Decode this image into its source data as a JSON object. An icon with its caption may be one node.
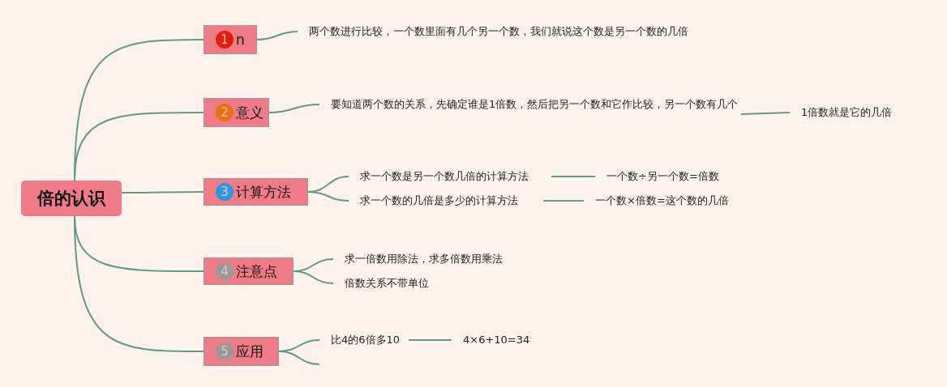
{
  "diagram": {
    "nodes": [
      {
        "text": [
          "倍的认识"
        ]
      },
      {
        "text": [
          "1",
          "n"
        ]
      },
      {
        "text": [
          "2",
          "意义"
        ]
      },
      {
        "text": [
          "3",
          "计算方法"
        ]
      },
      {
        "text": [
          "4",
          "注意点"
        ]
      },
      {
        "text": [
          "5",
          "应用"
        ]
      },
      {
        "text": [
          "两个数进行比较，一个数里面有几个另一个数，我们就说这个数是另一个数的几倍"
        ]
      },
      {
        "text": [
          "要知道两个数的关系，先确定谁是1倍数，然后把另一个数和它作比较，另一个数有几个"
        ]
      },
      {
        "text": [
          "1倍数就是它的几倍"
        ]
      },
      {
        "text": [
          "求一个数是另一个数几倍的计算方法"
        ]
      },
      {
        "text": [
          "一个数÷另一个数=倍数"
        ]
      },
      {
        "text": [
          "求一个数的几倍是多少的计算方法"
        ]
      },
      {
        "text": [
          "一个数×倍数=这个数的几倍"
        ]
      },
      {
        "text": [
          "求一倍数用除法，求多倍数用乘法"
        ]
      },
      {
        "text": [
          "倍数关系不带单位"
        ]
      },
      {
        "text": [
          "比4的6倍多10"
        ]
      },
      {
        "text": [
          "4×6+10=34"
        ]
      }
    ],
    "edges": [
      {
        "from": 0,
        "to": 1,
        "arrow": "none"
      },
      {
        "from": 0,
        "to": 2,
        "arrow": "none"
      },
      {
        "from": 0,
        "to": 3,
        "arrow": "none"
      },
      {
        "from": 0,
        "to": 4,
        "arrow": "none"
      },
      {
        "from": 0,
        "to": 5,
        "arrow": "none"
      },
      {
        "from": 1,
        "to": 6,
        "arrow": "none"
      },
      {
        "from": 2,
        "to": 7,
        "arrow": "none"
      },
      {
        "from": 7,
        "to": 8,
        "arrow": "none"
      },
      {
        "from": 3,
        "to": 9,
        "arrow": "none"
      },
      {
        "from": 9,
        "to": 10,
        "arrow": "none"
      },
      {
        "from": 3,
        "to": 11,
        "arrow": "none"
      },
      {
        "from": 11,
        "to": 12,
        "arrow": "none"
      },
      {
        "from": 4,
        "to": 13,
        "arrow": "none"
      },
      {
        "from": 4,
        "to": 14,
        "arrow": "none"
      },
      {
        "from": 5,
        "to": 15,
        "arrow": "none"
      },
      {
        "from": 15,
        "to": 16,
        "arrow": "none"
      },
      {
        "from": 5,
        "to": null,
        "arrow": "none"
      }
    ]
  }
}
